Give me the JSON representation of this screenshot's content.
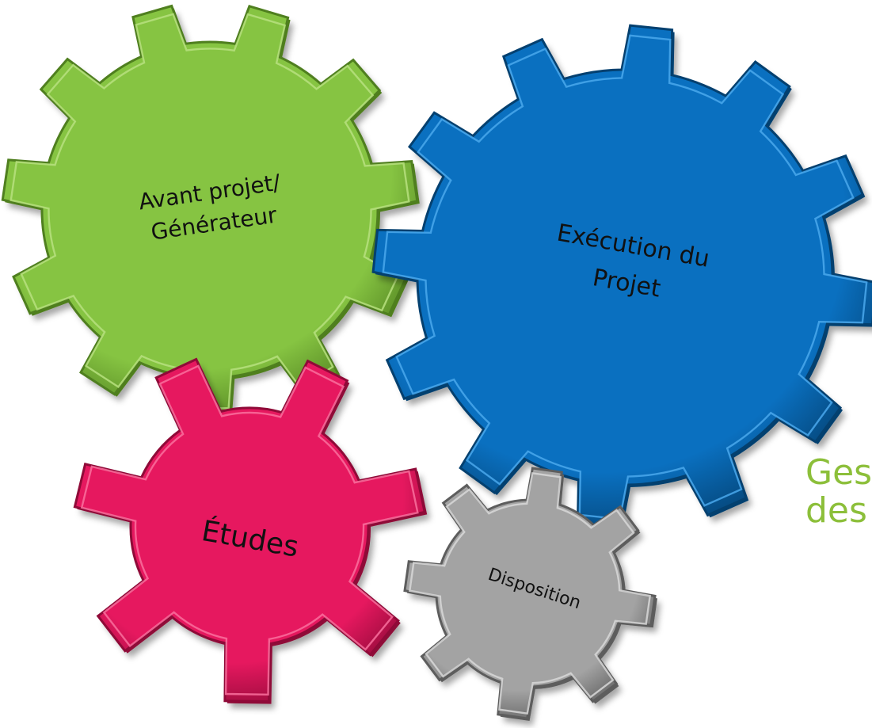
{
  "gears": [
    {
      "id": "green",
      "label_lines": [
        "Avant projet/",
        "Générateur"
      ],
      "color": "#86c442",
      "highlight": "#b7e07f",
      "shade": "#4f7f1f",
      "teeth": 11
    },
    {
      "id": "blue",
      "label_lines": [
        "Exécution du",
        "Projet"
      ],
      "color": "#0a70c0",
      "highlight": "#4aa8ec",
      "shade": "#04406f",
      "teeth": 12
    },
    {
      "id": "pink",
      "label_lines": [
        "Études"
      ],
      "color": "#e6185f",
      "highlight": "#f9709d",
      "shade": "#8f0a38",
      "teeth": 7
    },
    {
      "id": "gray",
      "label_lines": [
        "Disposition"
      ],
      "color": "#a3a3a3",
      "highlight": "#d8d8d8",
      "shade": "#5d5d5d",
      "teeth": 8
    }
  ],
  "side_text": {
    "line1": "Ges",
    "line2": "des",
    "color": "#8cbf3a"
  }
}
